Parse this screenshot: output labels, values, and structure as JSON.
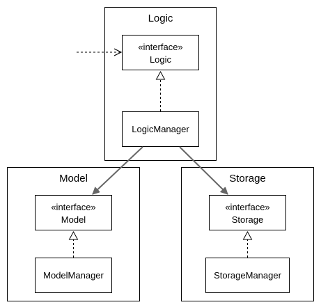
{
  "diagram": {
    "packages": {
      "logic": {
        "title": "Logic"
      },
      "model": {
        "title": "Model"
      },
      "storage": {
        "title": "Storage"
      }
    },
    "classes": {
      "logic_interface": {
        "stereotype": "«interface»",
        "name": "Logic"
      },
      "logic_manager": {
        "name": "LogicManager"
      },
      "model_interface": {
        "stereotype": "«interface»",
        "name": "Model"
      },
      "model_manager": {
        "name": "ModelManager"
      },
      "storage_interface": {
        "stereotype": "«interface»",
        "name": "Storage"
      },
      "storage_manager": {
        "name": "StorageManager"
      }
    },
    "relations": [
      {
        "type": "dependency",
        "from": "external",
        "to": "logic_interface"
      },
      {
        "type": "realization",
        "from": "logic_manager",
        "to": "logic_interface"
      },
      {
        "type": "association",
        "from": "logic_manager",
        "to": "model_interface"
      },
      {
        "type": "association",
        "from": "logic_manager",
        "to": "storage_interface"
      },
      {
        "type": "realization",
        "from": "model_manager",
        "to": "model_interface"
      },
      {
        "type": "realization",
        "from": "storage_manager",
        "to": "storage_interface"
      }
    ],
    "colors": {
      "stroke": "#000000",
      "association": "#666666",
      "background": "#ffffff"
    }
  }
}
